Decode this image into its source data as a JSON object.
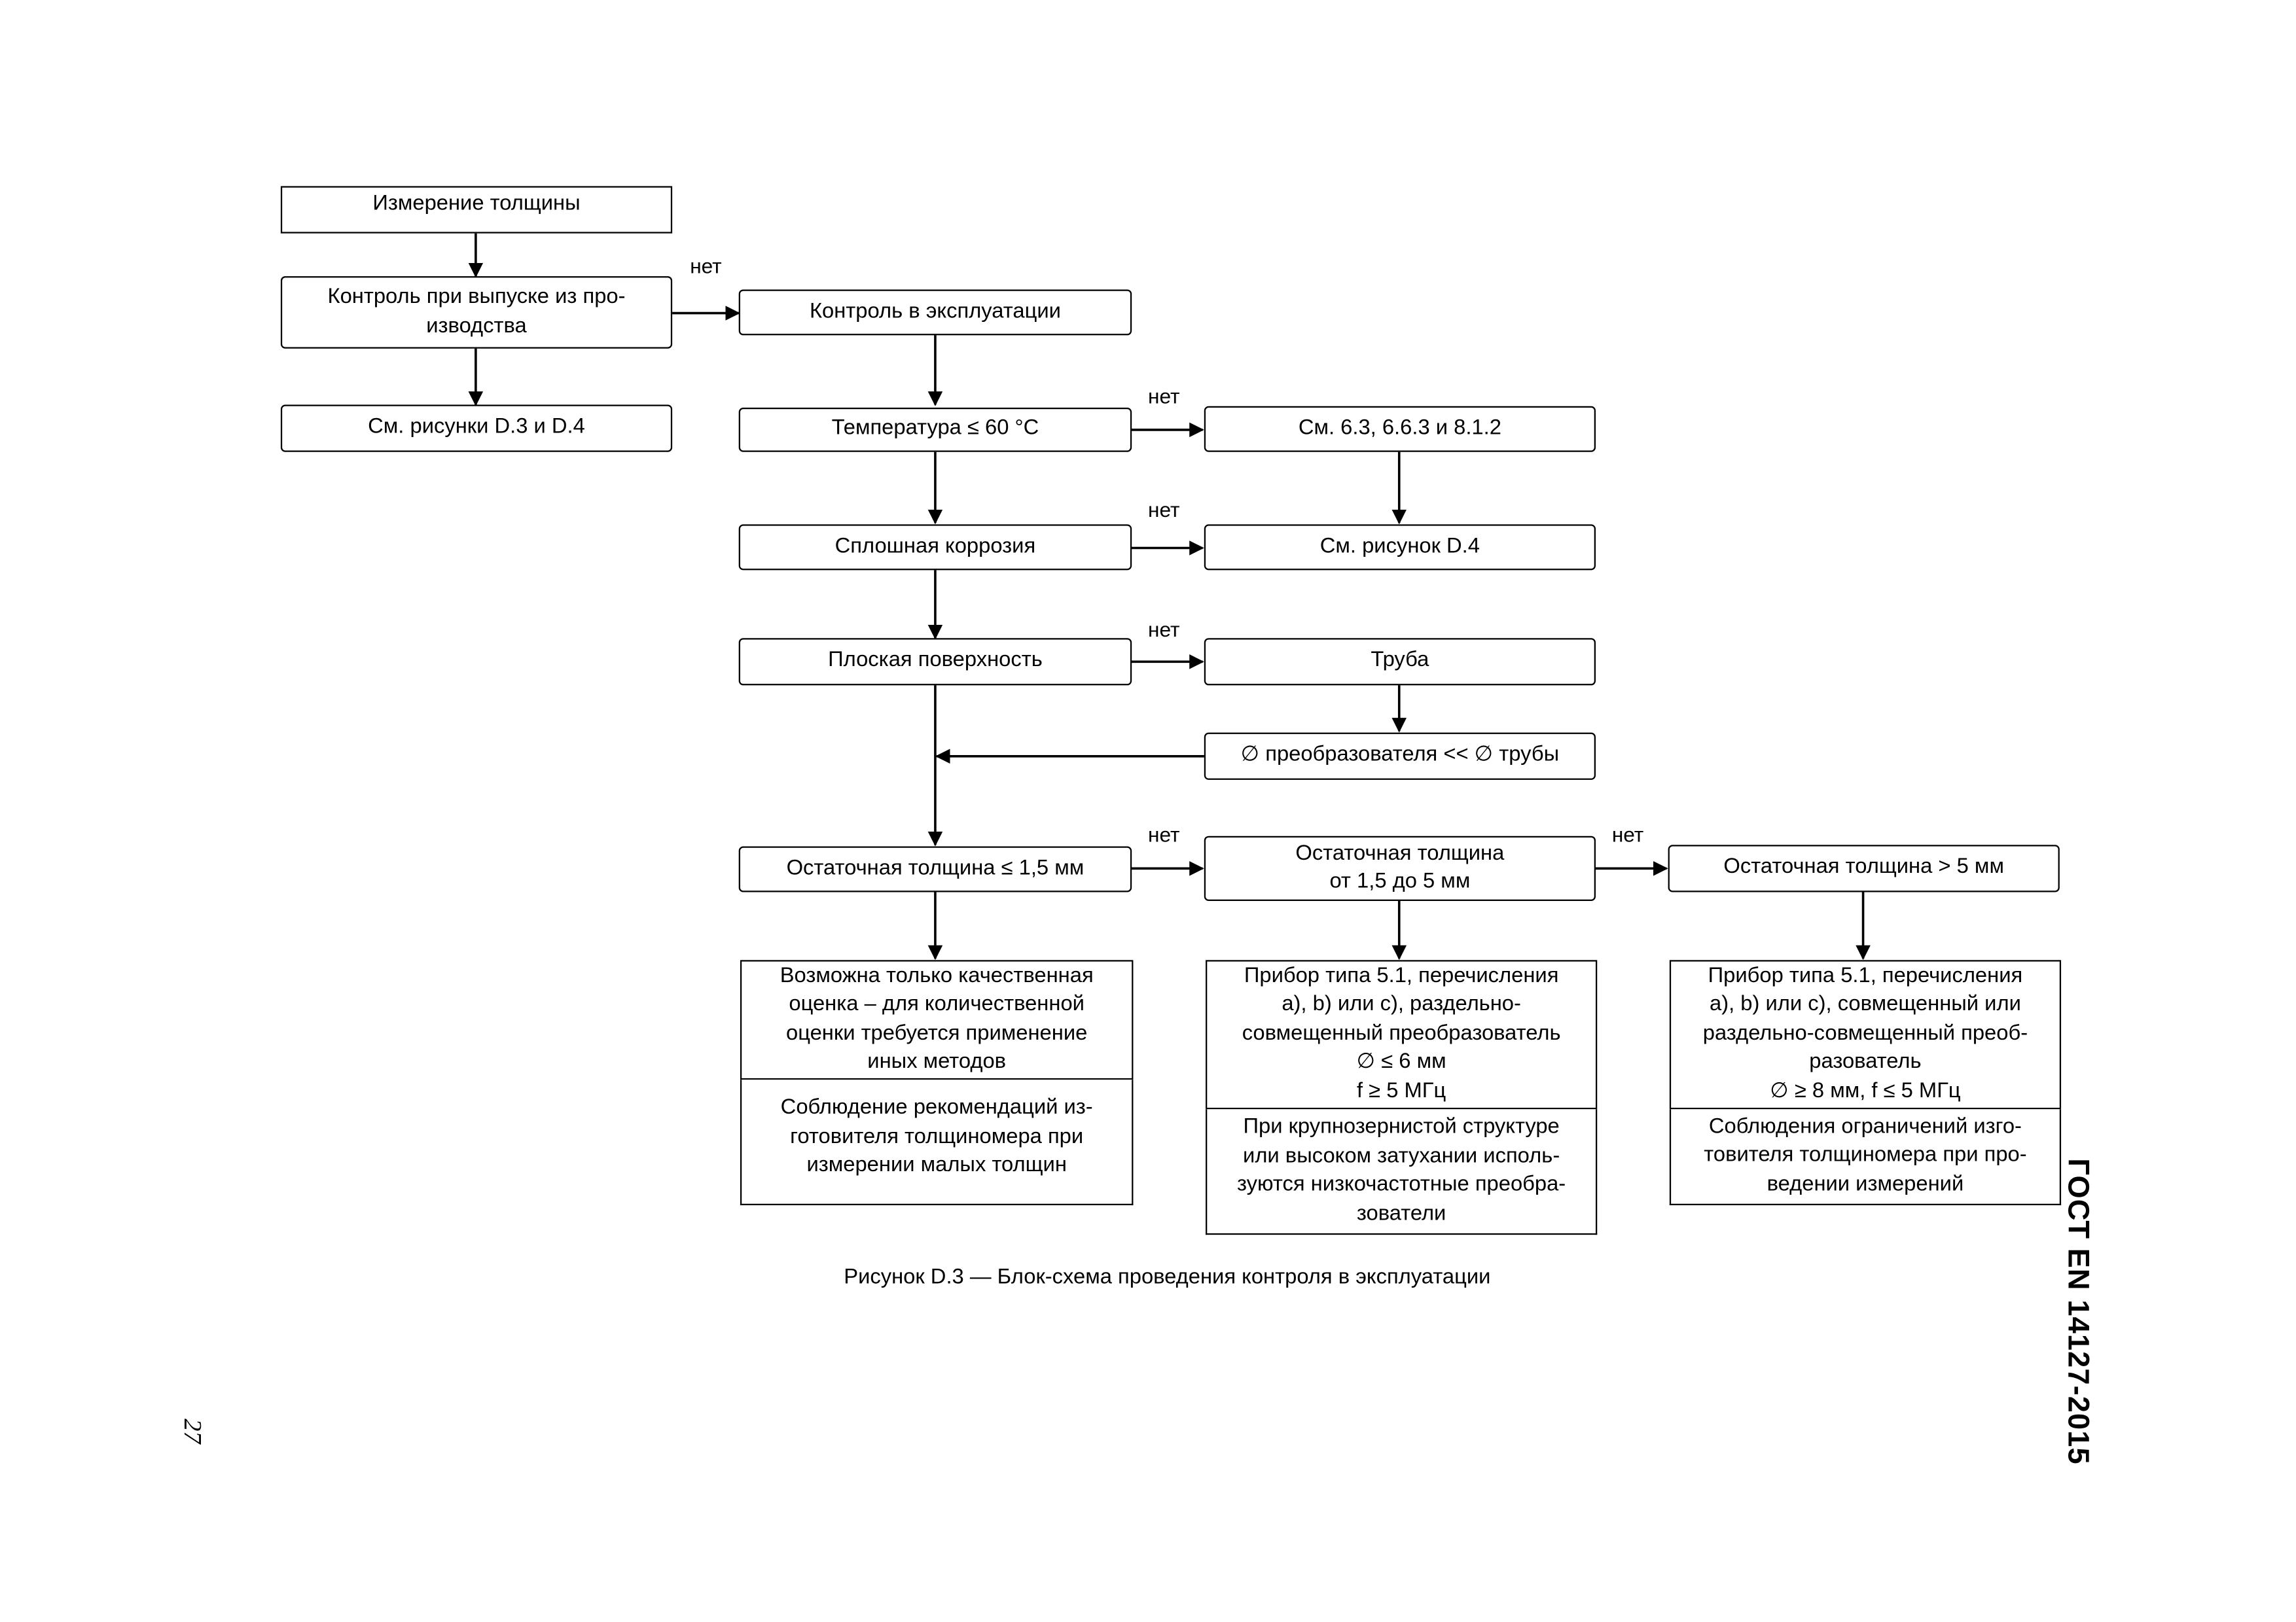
{
  "nodes": {
    "measure": "Измерение толщины",
    "production": "Контроль при  выпуске из про-\nизводства",
    "see_d3_d4": "См. рисунки D.3 и D.4",
    "operation": "Контроль в эксплуатации",
    "temp": "Температура ≤ 60 °C",
    "see_clauses": "См. 6.3, 6.6.3 и 8.1.2",
    "corrosion": "Сплошная коррозия",
    "see_d4": "См. рисунок D.4",
    "flat": "Плоская поверхность",
    "pipe": "Труба",
    "diameter": "∅ преобразователя << ∅ трубы",
    "thin": "Остаточная толщина  ≤ 1,5 мм",
    "mid": "Остаточная толщина\nот 1,5 до 5 мм",
    "thick": "Остаточная толщина > 5 мм"
  },
  "results": {
    "thin_top": "Возможна только качественная\nоценка – для количественной\nоценки требуется применение\nиных методов",
    "thin_bottom": "Соблюдение рекомендаций из-\nготовителя толщиномера при\nизмерении малых толщин",
    "mid_top": "Прибор типа 5.1, перечисления\na), b) или c), раздельно-\nсовмещенный преобразователь\n∅ ≤ 6 мм\nf ≥ 5 МГц",
    "mid_bottom": "При крупнозернистой структуре\nили высоком затухании исполь-\nзуются низкочастотные преобра-\nзователи",
    "thick_top": "Прибор типа 5.1, перечисления\na), b) или c), совмещенный или\nраздельно-совмещенный преоб-\nразователь\n∅ ≥ 8 мм, f ≤ 5 МГц",
    "thick_bottom": "Соблюдения ограничений изго-\nтовителя толщиномера при про-\nведении измерений"
  },
  "edge_labels": {
    "no": "нет"
  },
  "caption": "Рисунок D.3 — Блок-схема проведения контроля в эксплуатации",
  "standard": "ГОСТ EN 14127-2015",
  "page_number": "27"
}
